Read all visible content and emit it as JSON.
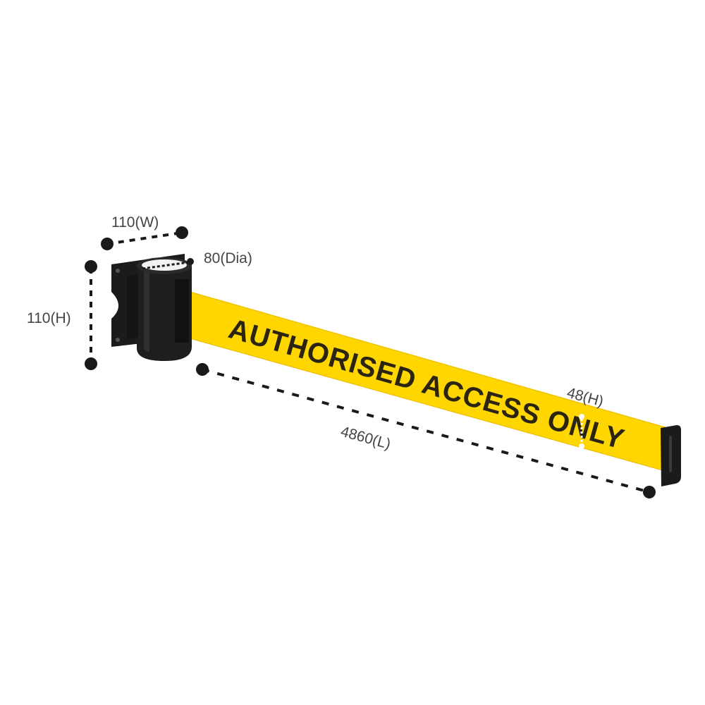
{
  "diagram": {
    "belt_text": "AUTHORISED ACCESS ONLY",
    "dimensions": {
      "width": "110(W)",
      "height": "110(H)",
      "diameter": "80(Dia)",
      "length": "4860(L)",
      "belt_height": "48(H)"
    },
    "colors": {
      "belt": "#FFD600",
      "belt_edge": "#E8B800",
      "belt_text": "#2A2410",
      "housing": "#1B1B1B",
      "housing_highlight": "#3A3A3A",
      "dimension_line": "#1A1A1A",
      "dimension_text": "#444444",
      "marker_white": "#FFFFFF"
    },
    "icons": {
      "housing": "wall-mount-cassette",
      "end_clip": "belt-end-clip"
    }
  }
}
